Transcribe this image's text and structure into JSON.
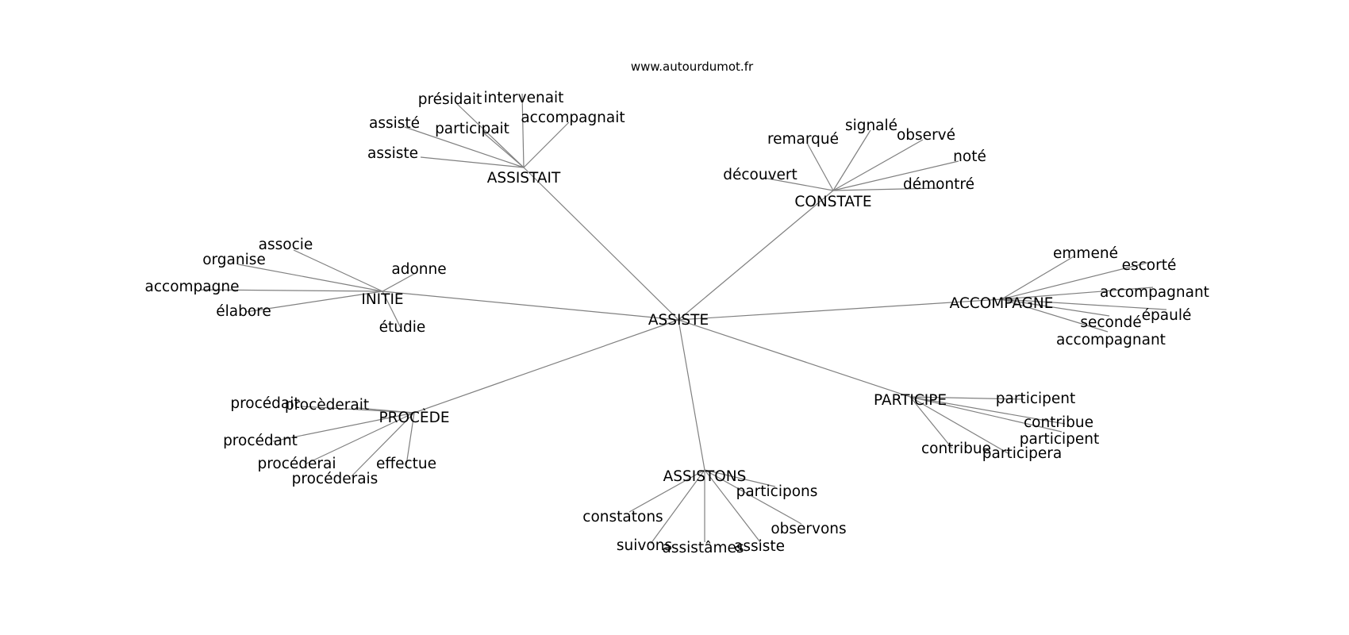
{
  "watermark": "www.autourdumot.fr",
  "colors": {
    "edge": "#808080",
    "text": "#000000",
    "background": "#ffffff"
  },
  "graph": {
    "root": "ASSISTE",
    "clusters": [
      {
        "label": "ASSISTAIT",
        "leaves": [
          "présidait",
          "intervenait",
          "assisté",
          "participait",
          "accompagnait",
          "assiste"
        ]
      },
      {
        "label": "CONSTATE",
        "leaves": [
          "remarqué",
          "signalé",
          "observé",
          "noté",
          "découvert",
          "démontré"
        ]
      },
      {
        "label": "INITIE",
        "leaves": [
          "associe",
          "organise",
          "adonne",
          "accompagne",
          "élabore",
          "étudie"
        ]
      },
      {
        "label": "ACCOMPAGNE",
        "leaves": [
          "emmené",
          "escorté",
          "accompagnant",
          "épaulé",
          "secondé",
          "accompagnant"
        ]
      },
      {
        "label": "PROCÈDE",
        "leaves": [
          "procédait",
          "procèderait",
          "procédant",
          "procéderai",
          "effectue",
          "procéderais"
        ]
      },
      {
        "label": "PARTICIPE",
        "leaves": [
          "participent",
          "contribue",
          "participent",
          "contribue",
          "participera"
        ]
      },
      {
        "label": "ASSISTONS",
        "leaves": [
          "participons",
          "constatons",
          "observons",
          "suivons",
          "assistâmes",
          "assiste"
        ]
      }
    ]
  }
}
